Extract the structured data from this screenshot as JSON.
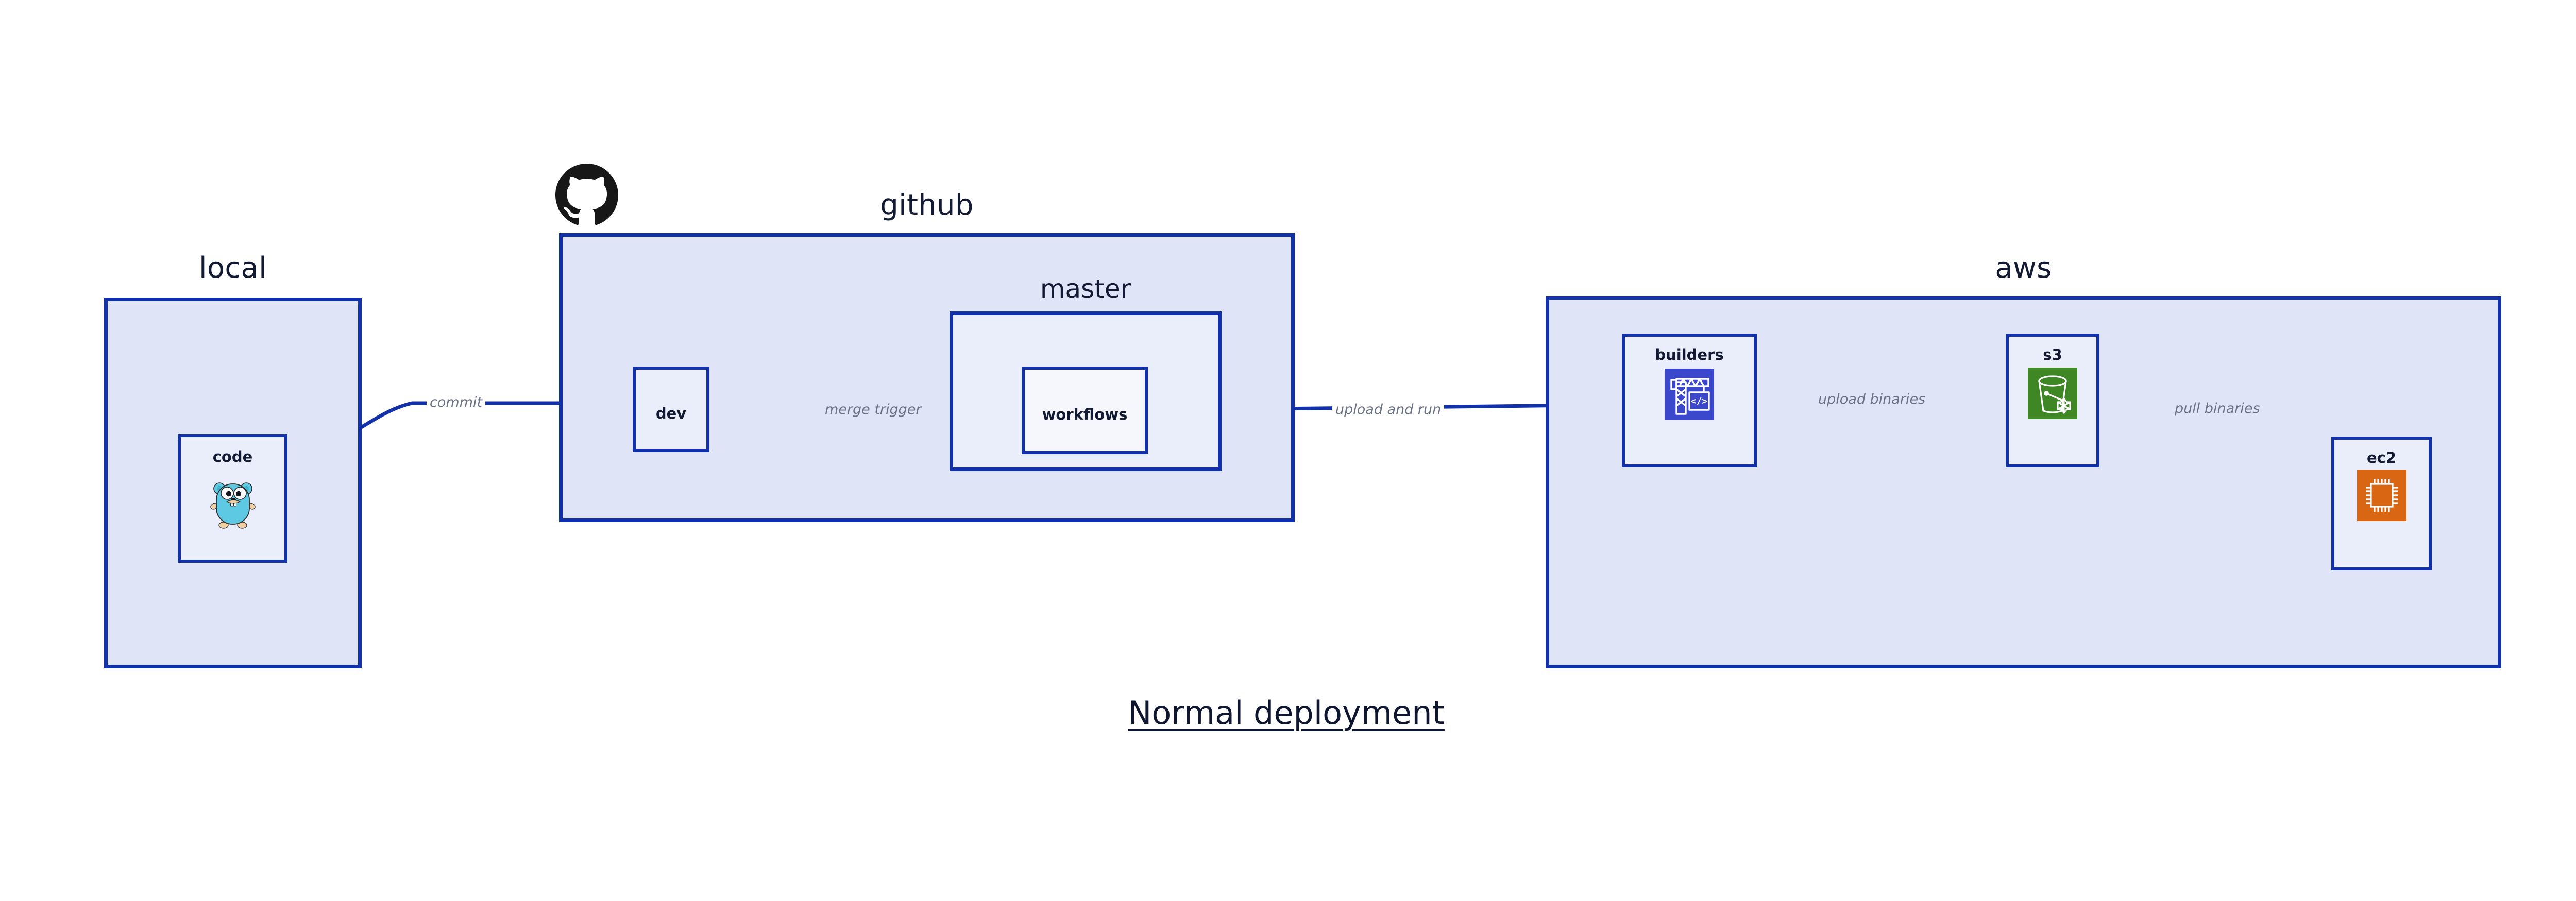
{
  "diagram": {
    "title": "Normal deployment",
    "colors": {
      "border": "#1230A8",
      "group_fill": "#E0E4F7",
      "node_fill": "#EAEEFB",
      "text": "#131A33",
      "edge_label": "#6B7185",
      "gopher_cyan": "#5DC9E2",
      "codebuild_blue": "#3B48CC",
      "s3_green": "#3F8624",
      "ec2_orange": "#D86613",
      "octocat_black": "#181717"
    }
  },
  "groups": [
    {
      "id": "local",
      "label": "local"
    },
    {
      "id": "github",
      "label": "github"
    },
    {
      "id": "aws",
      "label": "aws"
    }
  ],
  "subgroups": [
    {
      "id": "master",
      "label": "master",
      "parent": "github"
    }
  ],
  "nodes": [
    {
      "id": "code",
      "label": "code",
      "icon": "go-gopher-icon",
      "parent": "local"
    },
    {
      "id": "dev",
      "label": "dev",
      "icon": "none",
      "parent": "github"
    },
    {
      "id": "workflows",
      "label": "workflows",
      "icon": "none",
      "parent": "master"
    },
    {
      "id": "builders",
      "label": "builders",
      "icon": "aws-codebuild-icon",
      "parent": "aws"
    },
    {
      "id": "s3",
      "label": "s3",
      "icon": "aws-s3-glacier-icon",
      "parent": "aws"
    },
    {
      "id": "ec2",
      "label": "ec2",
      "icon": "aws-ec2-icon",
      "parent": "aws"
    }
  ],
  "edges": [
    {
      "id": "commit",
      "from": "code",
      "to": "dev",
      "label": "commit"
    },
    {
      "id": "merge-trigger",
      "from": "dev",
      "to": "workflows",
      "label": "merge trigger"
    },
    {
      "id": "upload-and-run",
      "from": "workflows",
      "to": "builders",
      "label": "upload and run"
    },
    {
      "id": "upload-binaries",
      "from": "builders",
      "to": "s3",
      "label": "upload binaries"
    },
    {
      "id": "pull-binaries",
      "from": "s3",
      "to": "ec2",
      "label": "pull binaries"
    }
  ],
  "logos": [
    {
      "id": "github-logo",
      "name": "github-octocat-icon",
      "attached_to": "github"
    }
  ]
}
